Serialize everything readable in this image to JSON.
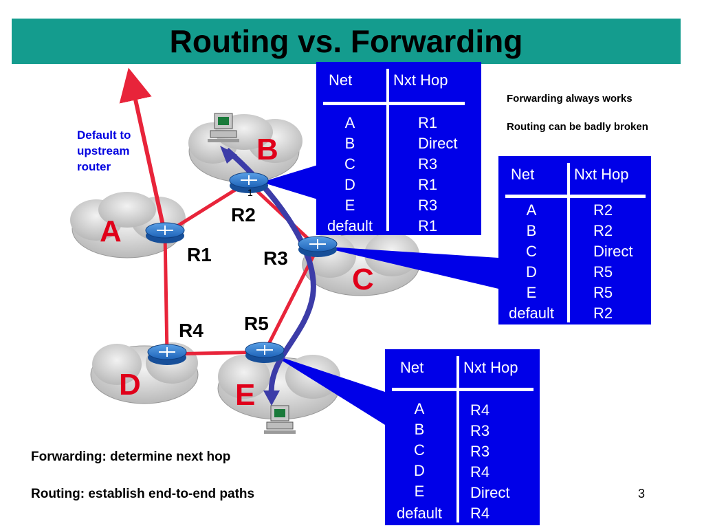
{
  "title": "Routing vs. Forwarding",
  "colors": {
    "title_bg": "#149c8e",
    "table_bg": "#0000e8",
    "link": "#e8243a",
    "path": "#3c3ca8",
    "network_label": "#e0001a"
  },
  "networks": [
    "A",
    "B",
    "C",
    "D",
    "E"
  ],
  "routers": [
    "R1",
    "R2",
    "R3",
    "R4",
    "R5"
  ],
  "default_note": [
    "Default to",
    "upstream",
    "router"
  ],
  "r2_port_mark": "1",
  "tables": {
    "r2": {
      "headers": [
        "Net",
        "Nxt Hop"
      ],
      "rows": [
        [
          "A",
          "R1"
        ],
        [
          "B",
          "Direct"
        ],
        [
          "C",
          "R3"
        ],
        [
          "D",
          "R1"
        ],
        [
          "E",
          "R3"
        ],
        [
          "default",
          "R1"
        ]
      ]
    },
    "r3": {
      "headers": [
        "Net",
        "Nxt Hop"
      ],
      "rows": [
        [
          "A",
          "R2"
        ],
        [
          "B",
          "R2"
        ],
        [
          "C",
          "Direct"
        ],
        [
          "D",
          "R5"
        ],
        [
          "E",
          "R5"
        ],
        [
          "default",
          "R2"
        ]
      ]
    },
    "r5": {
      "headers": [
        "Net",
        "Nxt Hop"
      ],
      "rows": [
        [
          "A",
          "R4"
        ],
        [
          "B",
          "R3"
        ],
        [
          "C",
          "R3"
        ],
        [
          "D",
          "R4"
        ],
        [
          "E",
          "Direct"
        ],
        [
          "default",
          "R4"
        ]
      ]
    }
  },
  "notes": {
    "forwarding_works": "Forwarding always works",
    "routing_broken": "Routing can be badly broken",
    "forwarding_def": "Forwarding: determine next hop",
    "routing_def": "Routing: establish end-to-end paths"
  },
  "page_number": "3"
}
